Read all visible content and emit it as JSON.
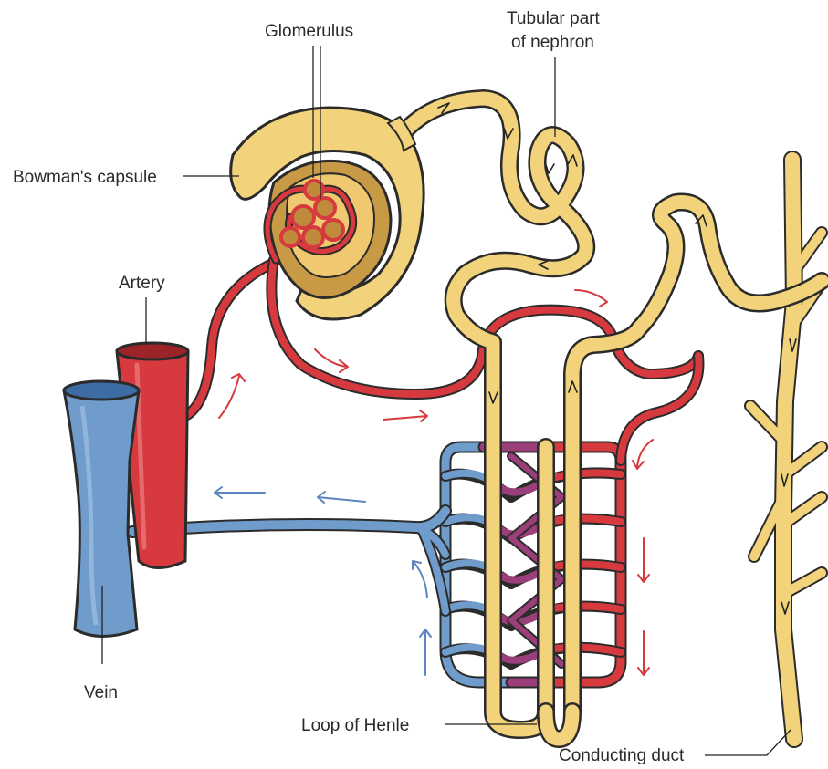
{
  "labels": {
    "glomerulus": "Glomerulus",
    "tubular_line1": "Tubular part",
    "tubular_line2": "of nephron",
    "bowmans_capsule": "Bowman's capsule",
    "artery": "Artery",
    "vein": "Vein",
    "loop_of_henle": "Loop of Henle",
    "conducting_duct": "Conducting duct"
  },
  "colors": {
    "tubule": "#f2d27a",
    "capsule_inner": "#c99a45",
    "artery": "#d63a3f",
    "vein": "#6f9ccb",
    "mixed_capillary": "#9a3f7a",
    "outline": "#2b2b2b"
  }
}
